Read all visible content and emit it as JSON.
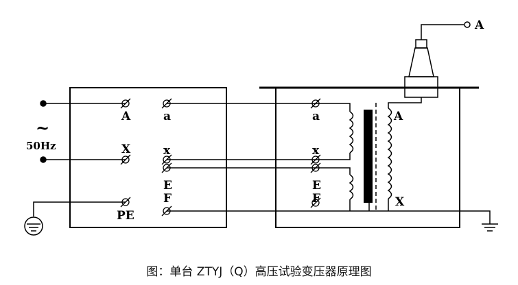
{
  "source": {
    "symbol": "~",
    "frequency": "50Hz"
  },
  "control_box": {
    "terminals_left": [
      "A",
      "X",
      "PE"
    ],
    "terminals_right": [
      "a",
      "x",
      "E",
      "F"
    ]
  },
  "transformer": {
    "low_side_terminals": [
      "a",
      "x",
      "E",
      "F"
    ],
    "high_side_terminals": [
      "A",
      "X"
    ]
  },
  "output": {
    "terminal": "A"
  },
  "caption": "图：单台 ZTYJ（Q）高压试验变压器原理图"
}
